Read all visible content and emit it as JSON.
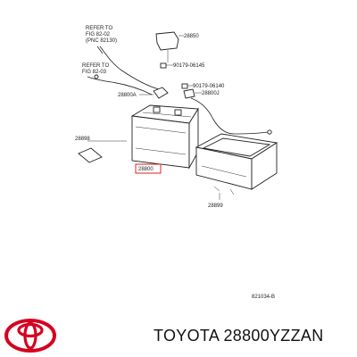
{
  "diagram": {
    "labels": {
      "refer_top_1": "REFER TO",
      "refer_top_2": "FIG 82-02",
      "refer_top_3": "(PNC 82130)",
      "refer_left_1": "REFER TO",
      "refer_left_2": "FIG 82-03",
      "p28850": "28850",
      "p90179a": "90179-06145",
      "p90179b": "90179-06140",
      "p28800A": "28800A",
      "p28800J": "28800J",
      "p28898": "28898",
      "p28800": "28800",
      "p28899": "28899",
      "figure_code": "821034-B"
    },
    "highlight_color": "#e02020"
  },
  "footer": {
    "caption": "TOYOTA 28800YZZAN",
    "logo_color": "#d7001e"
  }
}
